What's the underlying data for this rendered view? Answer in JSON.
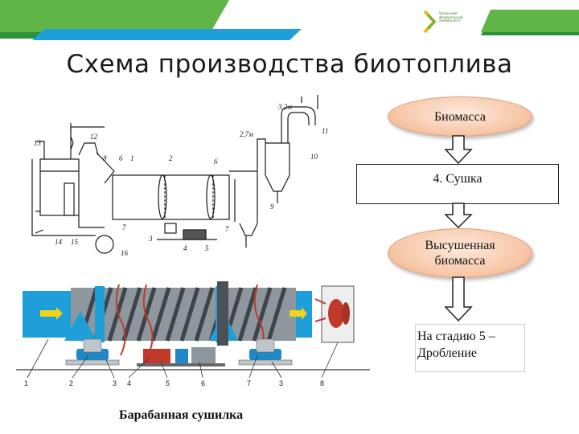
{
  "title": "Схема производства биотоплива",
  "steps": {
    "biomass": "Биомасса",
    "drying": "4. Сушка",
    "dried_line1": "Высушенная",
    "dried_line2": "биомасса",
    "next_line1": "На стадию 5 –",
    "next_line2": "Дробление"
  },
  "caption": "Барабанная сушилка",
  "logo": {
    "line1": "Уральский",
    "line2": "федеральный",
    "line3": "университет"
  },
  "scheme_labels": {
    "n1": "1",
    "n2": "2",
    "n3": "3",
    "n4": "4",
    "n5": "5",
    "n6": "6",
    "n7": "7",
    "n8": "8",
    "n9": "9",
    "n10": "10",
    "n11": "11",
    "n12": "12",
    "n13": "13",
    "n14": "14",
    "n15": "15",
    "n16": "16",
    "h32": "3,2м",
    "h27": "2,7м"
  },
  "drum_labels": [
    "1",
    "2",
    "3",
    "4",
    "5",
    "6",
    "7",
    "3",
    "8"
  ],
  "colors": {
    "header_green": "#5fb646",
    "header_green_dark": "#3f9a35",
    "header_blue": "#1f9fd8",
    "oval_fill": "#f7c6a6",
    "drum_blue": "#1e9fd9",
    "drum_gray": "#7f8a92",
    "heat_red": "#c0392b"
  }
}
